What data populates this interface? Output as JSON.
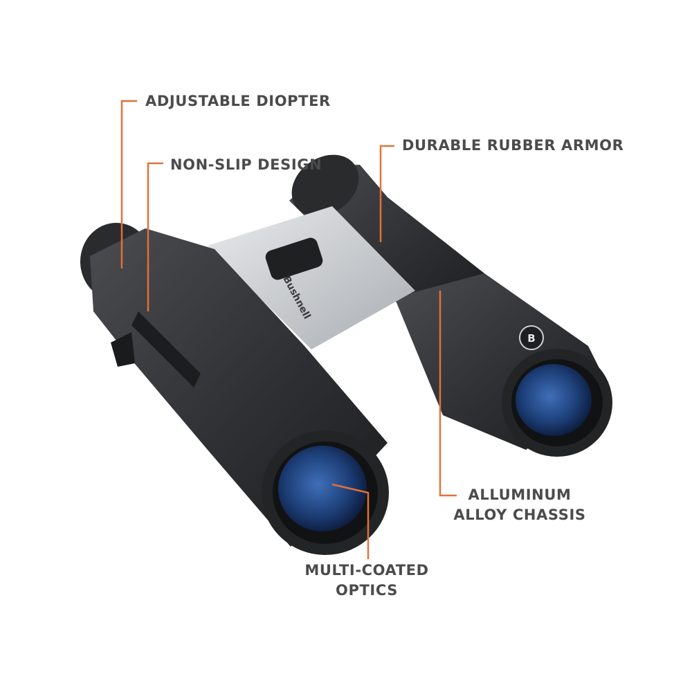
{
  "callouts": {
    "adjustable_diopter": "ADJUSTABLE DIOPTER",
    "non_slip_design": "NON-SLIP DESIGN",
    "durable_rubber_armor": "DURABLE RUBBER ARMOR",
    "alluminum_alloy_chassis": [
      "ALLUMINUM",
      "ALLOY CHASSIS"
    ],
    "multi_coated_optics": [
      "MULTI-COATED",
      "OPTICS"
    ]
  },
  "branding": {
    "bridge_logo_text": "Bushnell",
    "badge_letter": "B"
  },
  "colors": {
    "leader_line": "#e2713a",
    "label_text": "#4b4b4d",
    "rubber_armor": "#2e2f31",
    "chassis_plate": "#c9cccf",
    "lens_coating": "#1d3f78",
    "background": "#ffffff"
  }
}
